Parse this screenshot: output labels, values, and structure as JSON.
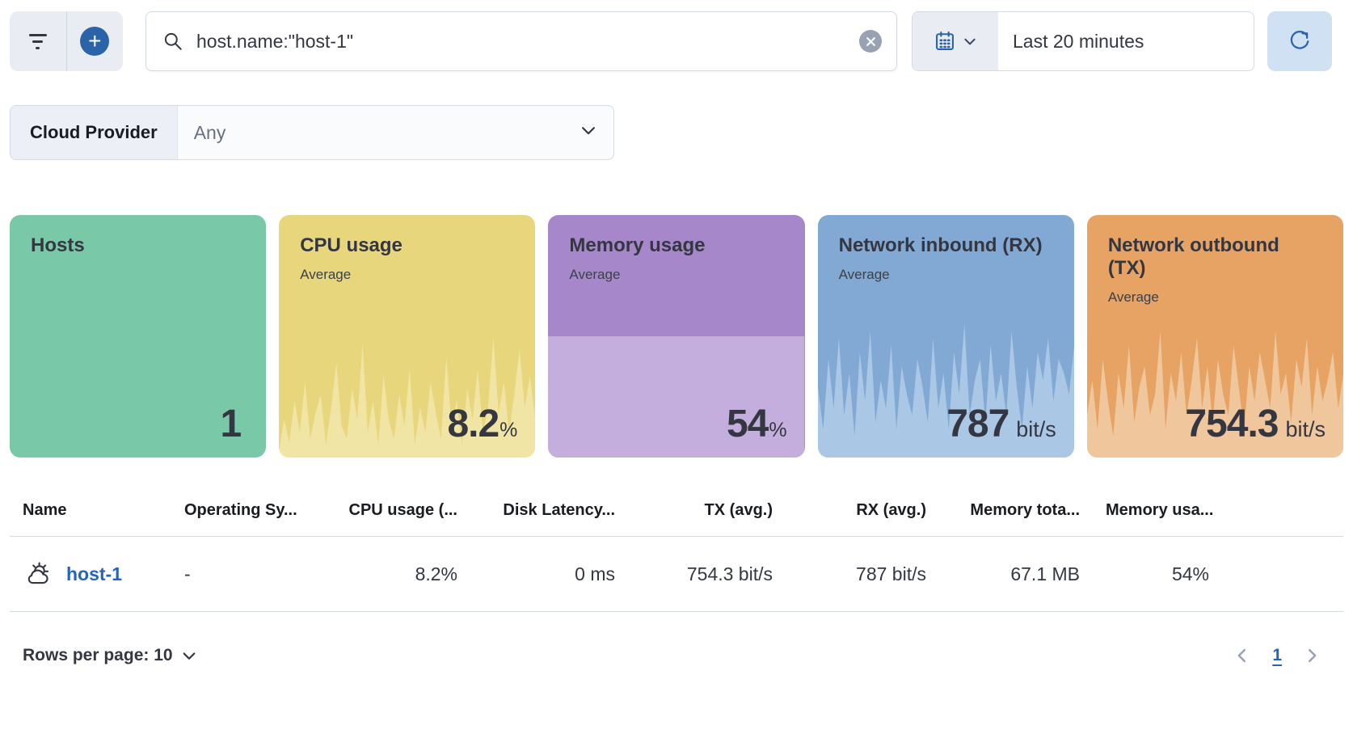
{
  "toolbar": {
    "search": {
      "value": "host.name:\"host-1\""
    },
    "time_range": "Last 20 minutes"
  },
  "filters": {
    "cloud_provider": {
      "label": "Cloud Provider",
      "value": "Any"
    }
  },
  "colors": {
    "accent_blue": "#2a63a8",
    "link_blue": "#2563c0",
    "toolbar_gray": "#e9edf3",
    "refresh_bg": "#cfe1f3",
    "divider": "#d3dae6"
  },
  "metric_tiles": [
    {
      "id": "hosts",
      "title": "Hosts",
      "subtitle": "",
      "value": "1",
      "unit": "",
      "bg": "#79c9a8",
      "spark_color": "",
      "sparkline": []
    },
    {
      "id": "cpu",
      "title": "CPU usage",
      "subtitle": "Average",
      "value": "8.2",
      "unit": "%",
      "bg": "#e7d67b",
      "spark_color": "#f1e5a6",
      "sparkline": [
        0.05,
        0.3,
        0.12,
        0.45,
        0.2,
        0.6,
        0.15,
        0.35,
        0.5,
        0.1,
        0.4,
        0.75,
        0.25,
        0.15,
        0.55,
        0.3,
        0.9,
        0.2,
        0.45,
        0.1,
        0.65,
        0.3,
        0.15,
        0.5,
        0.25,
        0.7,
        0.1,
        0.4,
        0.2,
        0.6,
        0.35,
        0.15,
        0.8,
        0.25,
        0.45,
        0.1,
        0.55,
        0.3,
        0.7,
        0.2,
        0.4,
        0.95,
        0.35,
        0.6,
        0.2,
        0.5,
        0.85,
        0.4,
        0.65,
        0.3
      ]
    },
    {
      "id": "memory",
      "title": "Memory usage",
      "subtitle": "Average",
      "value": "54",
      "unit": "%",
      "bg": "#a687ca",
      "spark_color": "#c3aedd",
      "sparkline": [
        1,
        1
      ]
    },
    {
      "id": "rx",
      "title": "Network inbound (RX)",
      "subtitle": "Average",
      "value": "787",
      "unit": "bit/s",
      "bg": "#82a9d4",
      "spark_color": "#aac7e5",
      "sparkline": [
        0.5,
        0.2,
        0.7,
        0.35,
        0.85,
        0.3,
        0.6,
        0.15,
        0.75,
        0.4,
        0.9,
        0.25,
        0.55,
        0.35,
        0.8,
        0.2,
        0.65,
        0.45,
        0.3,
        0.7,
        0.5,
        0.25,
        0.85,
        0.35,
        0.6,
        0.2,
        0.75,
        0.45,
        0.95,
        0.3,
        0.55,
        0.7,
        0.25,
        0.8,
        0.4,
        0.6,
        0.3,
        0.9,
        0.5,
        0.2,
        0.65,
        0.35,
        0.75,
        0.55,
        0.85,
        0.4,
        0.7,
        0.6,
        0.45,
        0.8
      ]
    },
    {
      "id": "tx",
      "title": "Network outbound (TX)",
      "subtitle": "Average",
      "value": "754.3",
      "unit": "bit/s",
      "bg": "#e6a363",
      "spark_color": "#f0c79c",
      "sparkline": [
        0.3,
        0.55,
        0.2,
        0.7,
        0.4,
        0.15,
        0.6,
        0.35,
        0.8,
        0.25,
        0.5,
        0.65,
        0.3,
        0.45,
        0.9,
        0.2,
        0.6,
        0.4,
        0.75,
        0.3,
        0.55,
        0.85,
        0.35,
        0.65,
        0.25,
        0.7,
        0.45,
        0.3,
        0.8,
        0.5,
        0.2,
        0.65,
        0.4,
        0.75,
        0.55,
        0.35,
        0.9,
        0.45,
        0.6,
        0.25,
        0.7,
        0.5,
        0.85,
        0.3,
        0.65,
        0.4,
        0.55,
        0.75,
        0.35,
        0.6
      ]
    }
  ],
  "table": {
    "columns": [
      {
        "label": "Name"
      },
      {
        "label": "Operating Sy..."
      },
      {
        "label": "CPU usage (..."
      },
      {
        "label": "Disk Latency..."
      },
      {
        "label": "TX (avg.)"
      },
      {
        "label": "RX (avg.)"
      },
      {
        "label": "Memory tota..."
      },
      {
        "label": "Memory usa..."
      }
    ],
    "rows": [
      {
        "name": "host-1",
        "os": "-",
        "cpu": "8.2%",
        "disk_latency": "0 ms",
        "tx": "754.3 bit/s",
        "rx": "787 bit/s",
        "memory_total": "67.1 MB",
        "memory_usage": "54%"
      }
    ]
  },
  "footer": {
    "rows_per_page_label": "Rows per page: 10",
    "page": "1"
  }
}
